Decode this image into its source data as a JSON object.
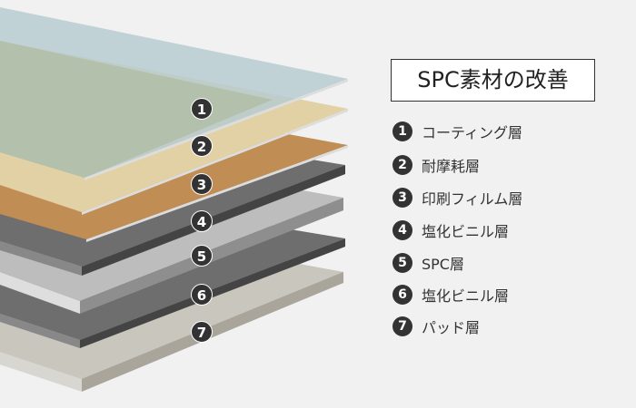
{
  "title": "SPC素材の改善",
  "layers": [
    {
      "num": "1",
      "label": "コーティング層",
      "color": "#b9cdd1"
    },
    {
      "num": "2",
      "label": "耐摩耗層",
      "color": "#e2d1a4"
    },
    {
      "num": "3",
      "label": "印刷フィルム層",
      "color": "#c08d55"
    },
    {
      "num": "4",
      "label": "塩化ビニル層",
      "color": "#6f6f6f"
    },
    {
      "num": "5",
      "label": "SPC層",
      "color": "#bdbdbd"
    },
    {
      "num": "6",
      "label": "塩化ビニル層",
      "color": "#6f6f6f"
    },
    {
      "num": "7",
      "label": "パッド層",
      "color": "#c9c6bd"
    }
  ]
}
